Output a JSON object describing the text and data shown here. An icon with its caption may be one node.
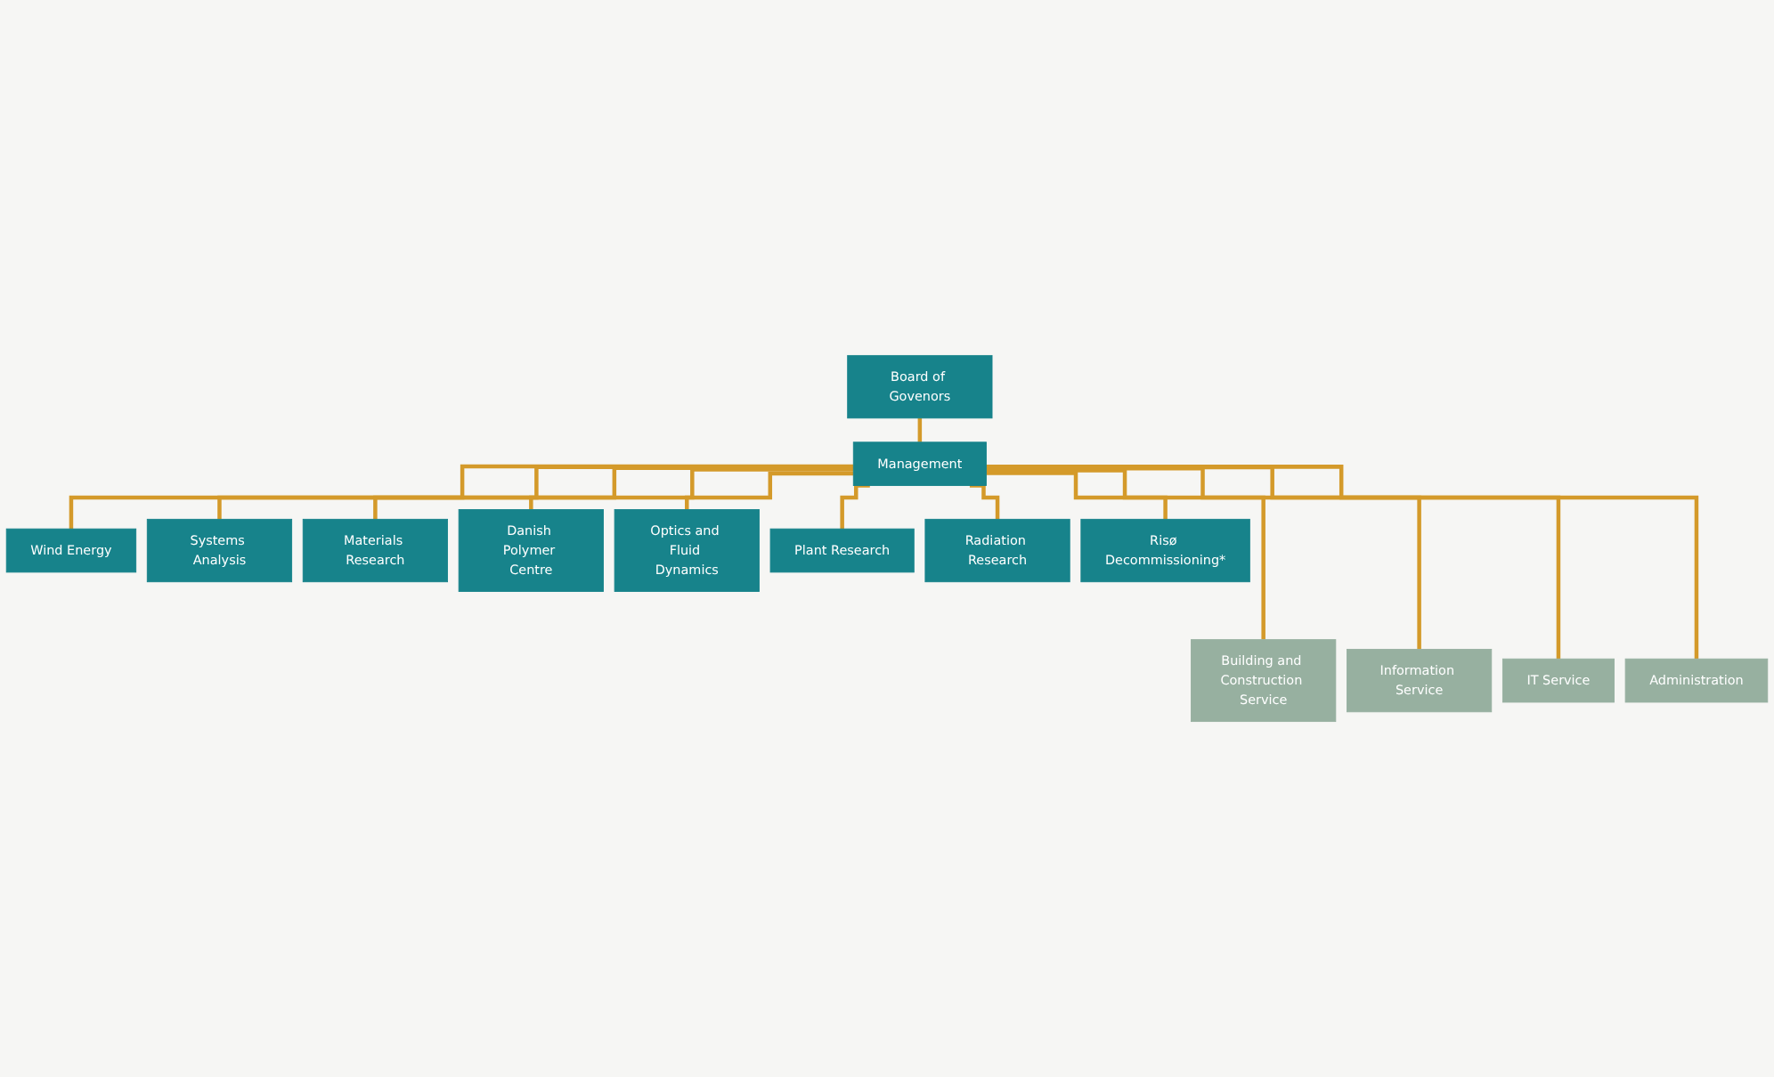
{
  "diagram": {
    "nodes": [
      {
        "text": [
          "Board of Govenors"
        ]
      },
      {
        "text": [
          "Management"
        ]
      },
      {
        "text": [
          "Wind Energy"
        ]
      },
      {
        "text": [
          "Systems Analysis"
        ]
      },
      {
        "text": [
          "Materials Research"
        ]
      },
      {
        "text": [
          "Danish Polymer Centre"
        ]
      },
      {
        "text": [
          "Optics and Fluid Dynamics"
        ]
      },
      {
        "text": [
          "Plant Research"
        ]
      },
      {
        "text": [
          "Radiation Research"
        ]
      },
      {
        "text": [
          "Risø Decommissioning*"
        ]
      },
      {
        "text": [
          "Building and Construction Service"
        ]
      },
      {
        "text": [
          "Information Service"
        ]
      },
      {
        "text": [
          "IT Service"
        ]
      },
      {
        "text": [
          "Administration"
        ]
      }
    ],
    "edges": [
      {
        "from": 0,
        "to": 1,
        "arrow": "none"
      },
      {
        "from": 1,
        "to": 2,
        "arrow": "none"
      },
      {
        "from": 1,
        "to": 3,
        "arrow": "none"
      },
      {
        "from": 1,
        "to": 4,
        "arrow": "none"
      },
      {
        "from": 1,
        "to": 5,
        "arrow": "none"
      },
      {
        "from": 1,
        "to": 6,
        "arrow": "none"
      },
      {
        "from": 1,
        "to": 7,
        "arrow": "none"
      },
      {
        "from": 1,
        "to": 8,
        "arrow": "none"
      },
      {
        "from": 1,
        "to": 9,
        "arrow": "none"
      },
      {
        "from": 1,
        "to": 10,
        "arrow": "none"
      },
      {
        "from": 1,
        "to": 11,
        "arrow": "none"
      },
      {
        "from": 1,
        "to": 12,
        "arrow": "none"
      },
      {
        "from": 1,
        "to": 13,
        "arrow": "none"
      }
    ]
  }
}
